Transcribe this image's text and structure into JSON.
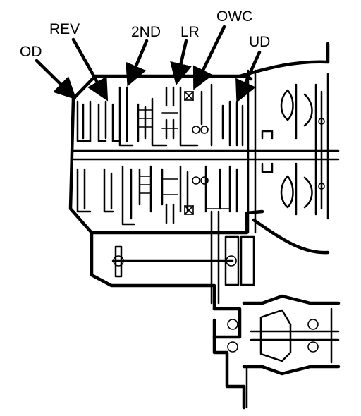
{
  "labels": {
    "od": "OD",
    "rev": "REV",
    "second": "2ND",
    "lr": "LR",
    "owc": "OWC",
    "ud": "UD"
  }
}
